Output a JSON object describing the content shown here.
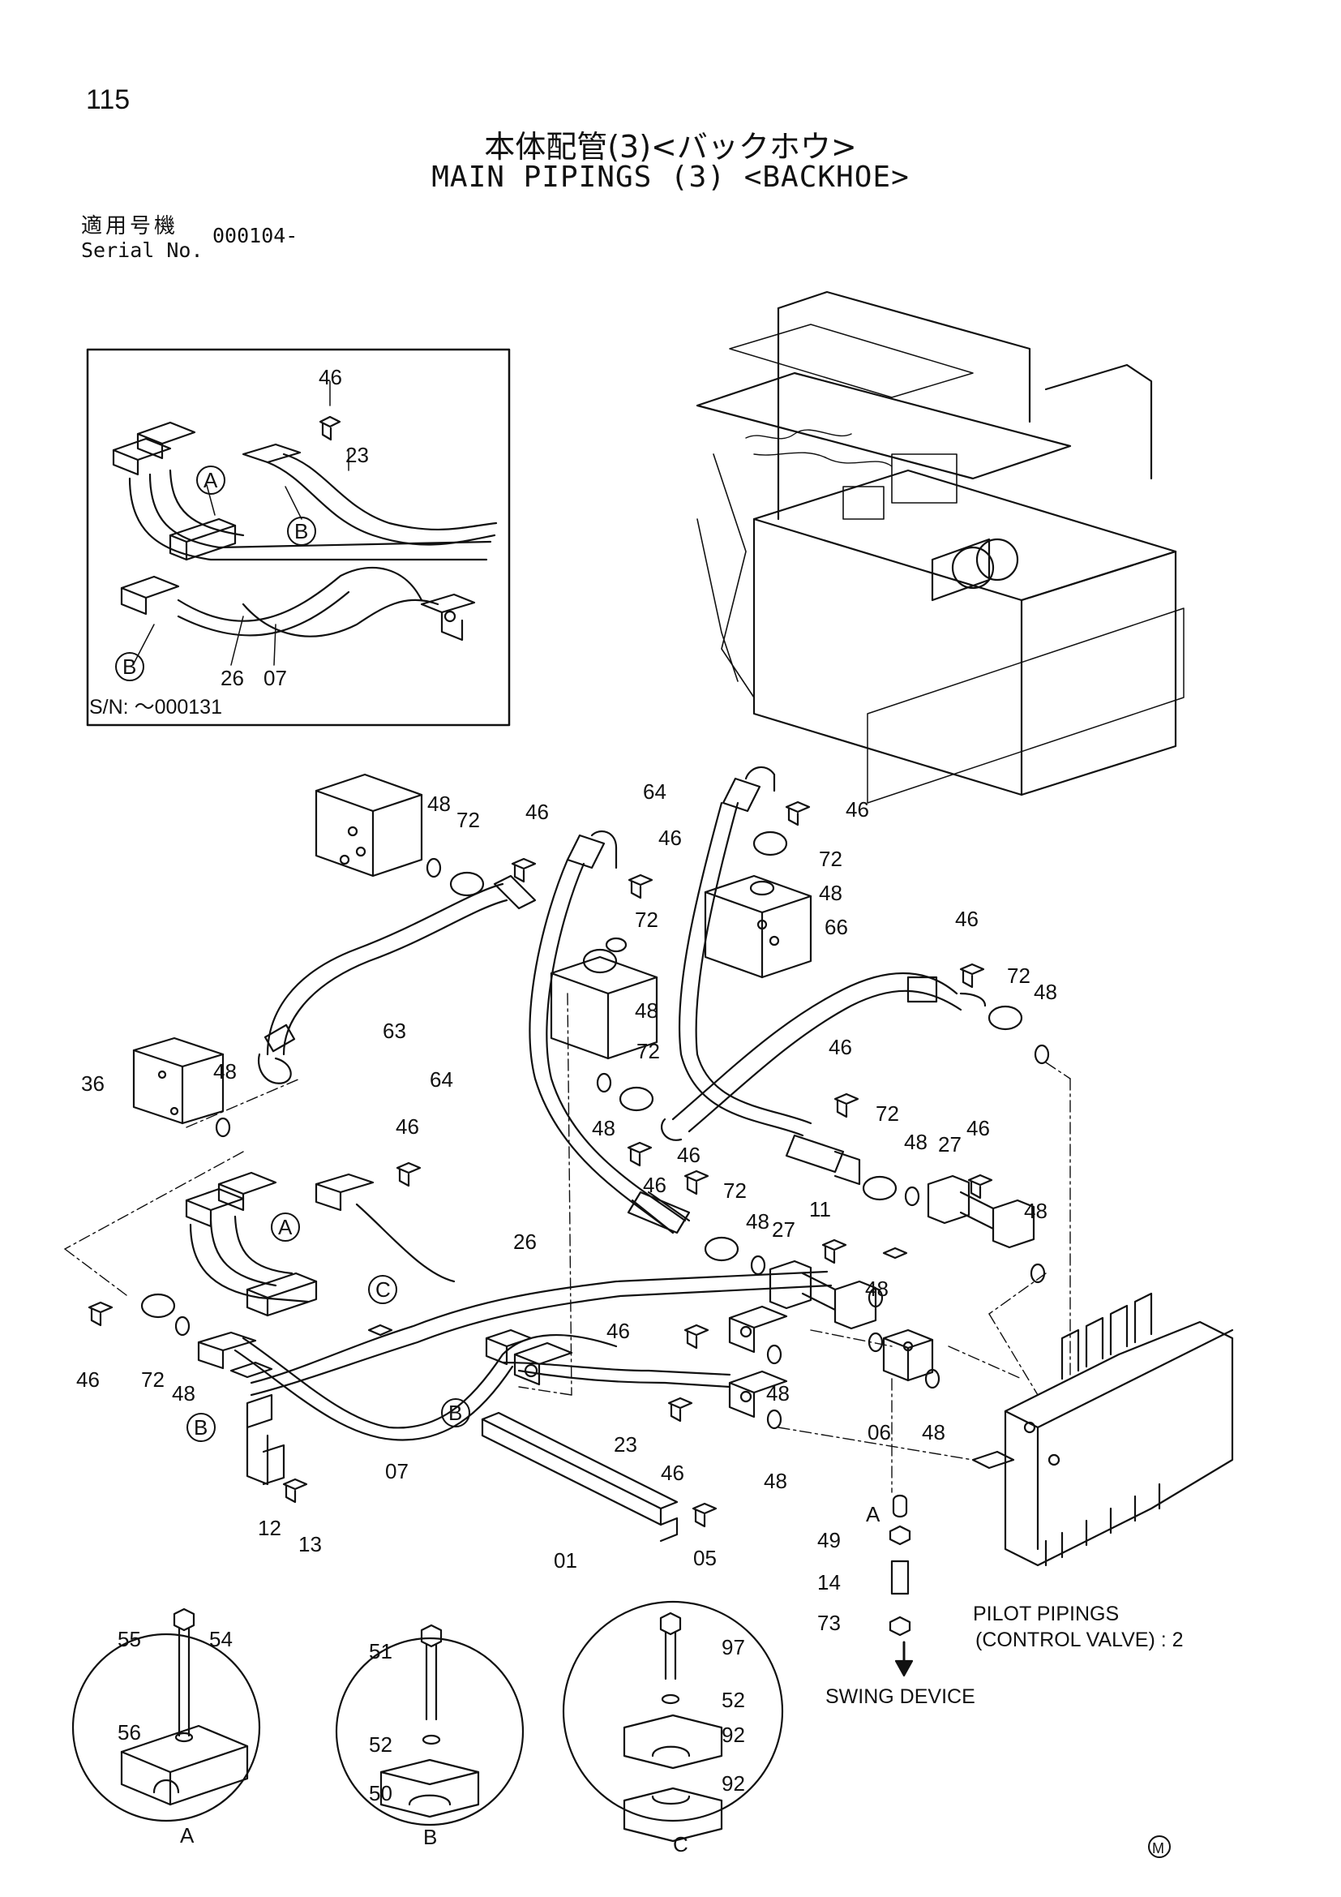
{
  "page_number": "115",
  "title_jp": "本体配管(3)<バックホウ>",
  "title_en": "MAIN PIPINGS (3) <BACKHOE>",
  "serial_label_jp": "適用号機",
  "serial_label_en": "Serial No.",
  "serial_value": "000104-",
  "inset_note": "S/N: ～000131",
  "pilot_note_line1": "PILOT PIPINGS",
  "pilot_note_line2": "(CONTROL VALVE) : 2",
  "swing_note": "SWING DEVICE",
  "mark": "M",
  "callouts": {
    "A": "A",
    "B": "B",
    "C": "C"
  },
  "part_numbers": {
    "p01": "01",
    "p05": "05",
    "p06": "06",
    "p07": "07",
    "p11": "11",
    "p12": "12",
    "p13": "13",
    "p14": "14",
    "p23": "23",
    "p26": "26",
    "p27": "27",
    "p36": "36",
    "p46": "46",
    "p48": "48",
    "p49": "49",
    "p50": "50",
    "p51": "51",
    "p52": "52",
    "p54": "54",
    "p55": "55",
    "p56": "56",
    "p63": "63",
    "p64": "64",
    "p66": "66",
    "p72": "72",
    "p73": "73",
    "p92": "92",
    "p97": "97"
  }
}
